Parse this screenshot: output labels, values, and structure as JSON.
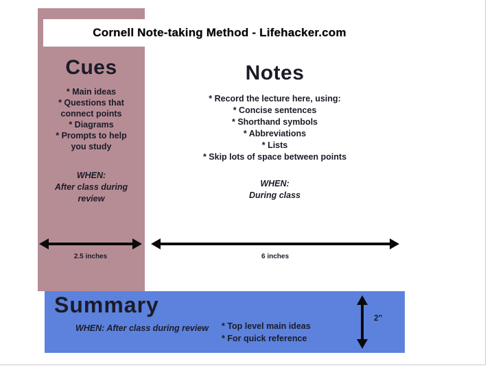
{
  "title": "Cornell Note-taking Method - Lifehacker.com",
  "cues": {
    "heading": "Cues",
    "items": [
      "* Main ideas",
      "* Questions that connect points",
      "* Diagrams",
      "* Prompts to help you study"
    ],
    "when_label": "WHEN:",
    "when_text": "After class during review",
    "width_label": "2.5 inches"
  },
  "notes": {
    "heading": "Notes",
    "intro": "* Record the lecture here, using:",
    "items": [
      "* Concise sentences",
      "* Shorthand symbols",
      "* Abbreviations",
      "* Lists"
    ],
    "outro": "* Skip lots of space between points",
    "when_label": "WHEN:",
    "when_text": "During class",
    "width_label": "6 inches"
  },
  "summary": {
    "heading": "Summary",
    "when_label": "WHEN:",
    "when_text": "After class during review",
    "items": [
      "* Top level main ideas",
      "* For quick reference"
    ],
    "height_label": "2\""
  },
  "colors": {
    "cues_bg": "#b78d95",
    "summary_bg": "#5c82dd",
    "ink": "#1b1b28"
  }
}
